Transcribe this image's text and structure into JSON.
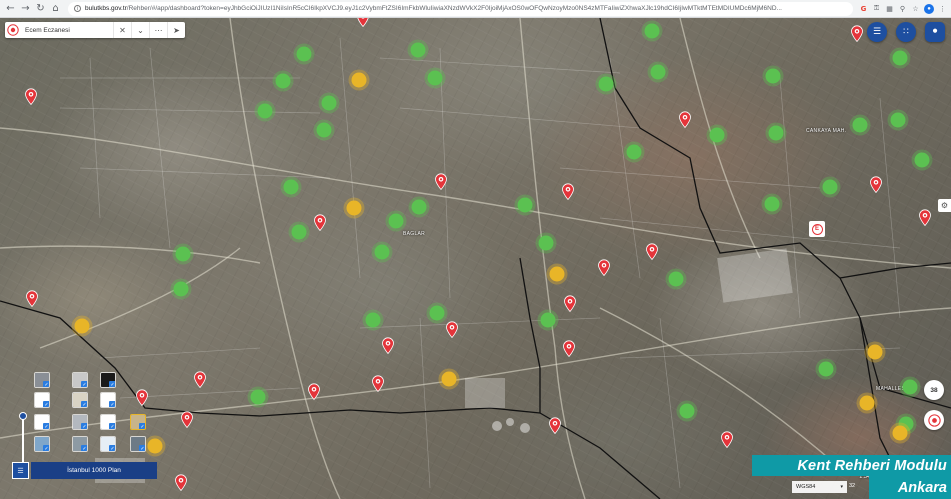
{
  "browser": {
    "url_host": "bulutkbs.gov.tr",
    "url_path": "/Rehber/#/app/dashboard?token=eyJhbGciOiJIUzI1NiIsInR5cCI6IkpXVCJ9.eyJ1c2VybmFtZSI6ImFkbWluIiwiaXNzdWVkX2F0IjoiMjAxOS0wOFQwNzoyMzo0NS4zMTFaIiwiZXhwaXJlc19hdCI6IjIwMTktMTEtMDIUMDc6MjM6ND..."
  },
  "search": {
    "value": "Ecem Eczanesi"
  },
  "place_labels": [
    "BAGLAR",
    "CANKAYA MAH.",
    "MAHALLESI"
  ],
  "side_badges": [
    "38"
  ],
  "e_logo_letter": "E",
  "base_layer": {
    "label": "İstanbul 1000 Plan"
  },
  "scale": {
    "ratio": "1:34",
    "crs": "WGS84",
    "num": "32"
  },
  "banner": {
    "line1": "Kent Rehberi Modulu",
    "line2": "Ankara"
  },
  "colors": {
    "cluster_green": "#5bc151",
    "cluster_yellow": "#e8b528",
    "pin_red": "#e4343a",
    "accent_blue": "#1e4fa0",
    "banner_teal": "#0f9aa6"
  }
}
